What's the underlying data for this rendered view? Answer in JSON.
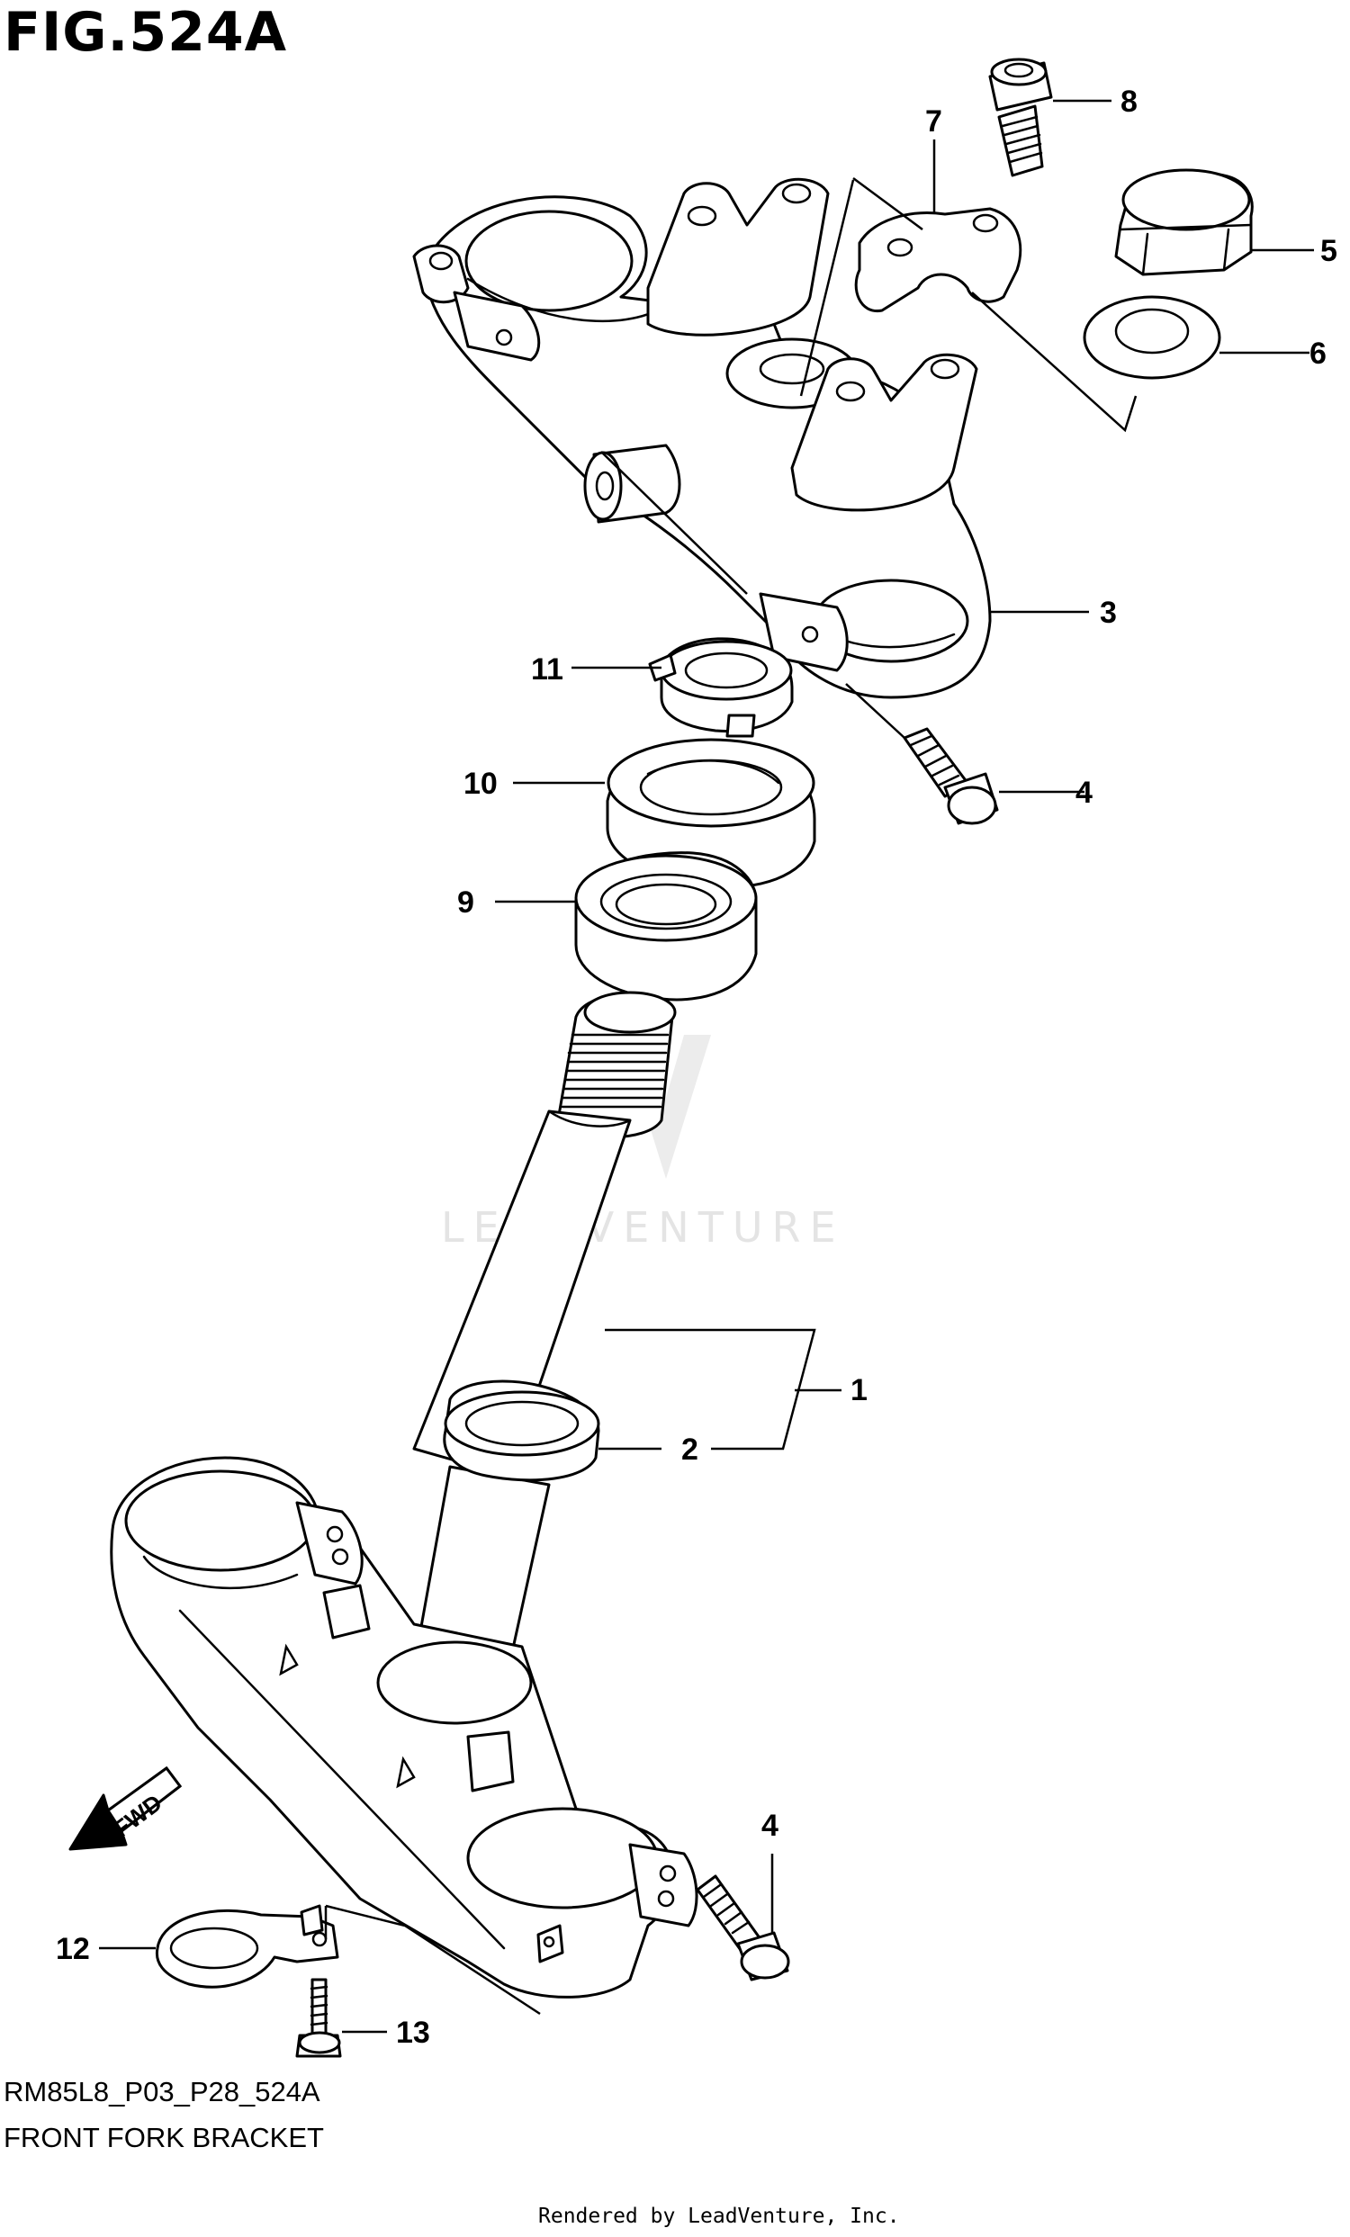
{
  "figure": {
    "title": "FIG.524A",
    "model_code": "RM85L8_P03_P28_524A",
    "name": "FRONT FORK BRACKET",
    "rendered_by": "Rendered by LeadVenture, Inc.",
    "watermark": "LEADVENTURE",
    "fwd_label": "FWD"
  },
  "callouts": {
    "c1": "1",
    "c2": "2",
    "c3": "3",
    "c4a": "4",
    "c4b": "4",
    "c5": "5",
    "c6": "6",
    "c7": "7",
    "c8": "8",
    "c9": "9",
    "c10": "10",
    "c11": "11",
    "c12": "12",
    "c13": "13"
  }
}
